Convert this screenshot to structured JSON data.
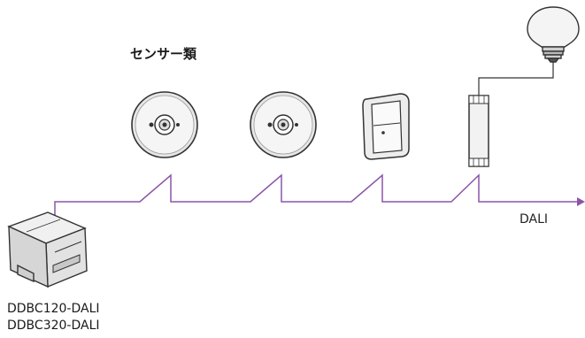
{
  "labels": {
    "sensor_group": "センサー類",
    "bus": "DALI",
    "controller_model_1": "DDBC120-DALI",
    "controller_model_2": "DDBC320-DALI"
  },
  "colors": {
    "bus_line": "#8a55a8",
    "device_outline": "#333333",
    "device_fill": "#f2f2f2"
  },
  "icons": [
    "ceiling-sensor-icon",
    "ceiling-sensor-icon",
    "wall-sensor-icon",
    "dali-driver-icon",
    "light-bulb-icon",
    "controller-device-icon"
  ]
}
